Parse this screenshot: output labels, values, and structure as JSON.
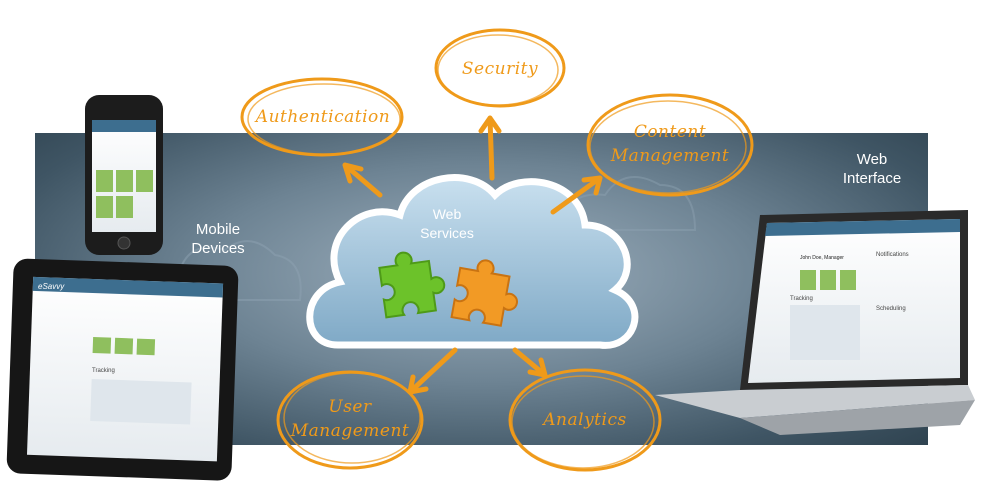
{
  "labels": {
    "mobile_devices": "Mobile\nDevices",
    "web_interface": "Web\nInterface",
    "web_services": "Web\nServices"
  },
  "bubbles": {
    "authentication": "Authentication",
    "security": "Security",
    "content_management": "Content\nManagement",
    "user_management": "User\nManagement",
    "analytics": "Analytics"
  },
  "devices": {
    "brand": "eSavvy",
    "user_name": "John Doe, Manager",
    "panel_notifications": "Notifications",
    "panel_tracking": "Tracking",
    "panel_scheduling": "Scheduling"
  },
  "colors": {
    "accent": "#ef9a1a",
    "band": "#3f5564",
    "cloud": "#9ec2dc",
    "puzzle_green": "#6cc22a",
    "puzzle_orange": "#f29a25"
  }
}
